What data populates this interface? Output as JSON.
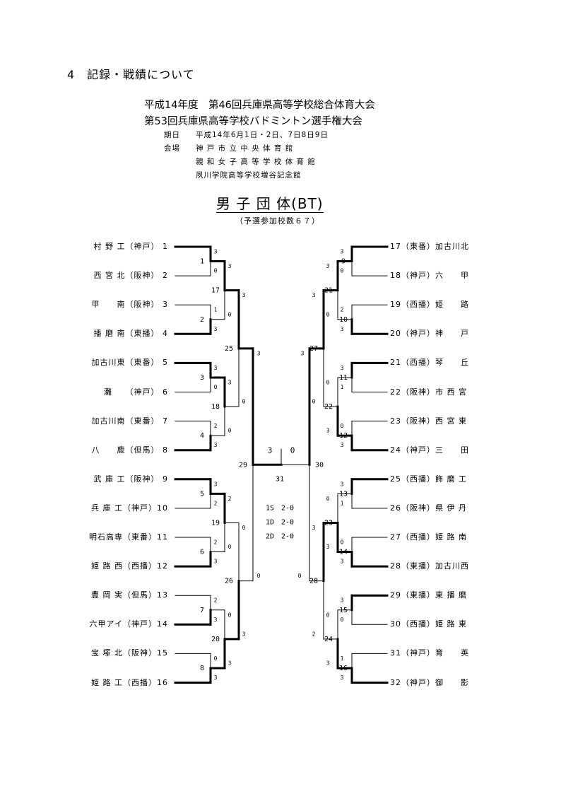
{
  "heading": "4　記録・戦績について",
  "event": {
    "line1": "平成14年度　第46回兵庫県高等学校総合体育大会",
    "line2": "第53回兵庫県高等学校バドミントン選手権大会",
    "dates_label": "期日",
    "dates": "平成14年6月1日・2日、7日8日9日",
    "venue_label": "会場",
    "venues": [
      "神 戸 市 立 中 央 体 育 館",
      "親 和 女 子 高 等 学 校 体 育 館",
      "夙川学院高等学校増谷記念館"
    ]
  },
  "bracket_title": "男 子 団 体(BT)",
  "bracket_subtitle": "（予選参加校数６７）",
  "teams_left": [
    "村 野 工（神戸） 1",
    "西 宮 北（阪神） 2",
    "甲　　南（阪神） 3",
    "播 磨 南（東播） 4",
    "加古川東（東番） 5",
    "灘　　（神戸） 6",
    "加古川南（東番） 7",
    "八　　鹿（但馬） 8",
    "武 庫 工（阪神） 9",
    "兵 庫 工（神戸）10",
    "明石高専（東番）11",
    "姫 路 西（西播）12",
    "豊 岡 実（但馬）13",
    "六甲アイ（神戸）14",
    "宝 塚 北（阪神）15",
    "姫 路 工（西播）16"
  ],
  "teams_right": [
    "17（東番）加古川北",
    "18（神戸）六　　甲",
    "19（西播）姫　　路",
    "20（神戸）神　　戸",
    "21（西播）琴　　丘",
    "22（阪神）市 西 宮",
    "23（阪神）西 宮 東",
    "24（神戸）三　　田",
    "25（西播）飾 磨 工",
    "26（阪神）県 伊 丹",
    "27（西播）姫 路 南",
    "28（東播）加古川西",
    "29（東播）東 播 磨",
    "30（西播）姫 路 東",
    "31（神戸）育　　英",
    "32（神戸）御　　影"
  ],
  "matches": {
    "r1_left": [
      {
        "no": "1",
        "top": "3",
        "bottom": "0"
      },
      {
        "no": "2",
        "top": "1",
        "bottom": "3"
      },
      {
        "no": "3",
        "top": "3",
        "bottom": "0"
      },
      {
        "no": "4",
        "top": "2",
        "bottom": "3"
      },
      {
        "no": "5",
        "top": "3",
        "bottom": "2"
      },
      {
        "no": "6",
        "top": "2",
        "bottom": "3"
      },
      {
        "no": "7",
        "top": "2",
        "bottom": "3"
      },
      {
        "no": "8",
        "top": "0",
        "bottom": "3"
      }
    ],
    "r2_left": [
      {
        "no": "17",
        "top": "3",
        "bottom": "0"
      },
      {
        "no": "18",
        "top": "3",
        "bottom": "0"
      },
      {
        "no": "19",
        "top": "2",
        "bottom": "0"
      },
      {
        "no": "20",
        "top": "0",
        "bottom": "3"
      }
    ],
    "r3_left": [
      {
        "no": "25",
        "top": "3",
        "bottom": "0"
      },
      {
        "no": "26",
        "top": "0",
        "bottom": "3"
      }
    ],
    "r1_right": [
      {
        "no": "9",
        "top": "3",
        "bottom": "0"
      },
      {
        "no": "10",
        "top": "2",
        "bottom": "3"
      },
      {
        "no": "11",
        "top": "3",
        "bottom": "1"
      },
      {
        "no": "12",
        "top": "0",
        "bottom": "3"
      },
      {
        "no": "13",
        "top": "3",
        "bottom": "1"
      },
      {
        "no": "14",
        "top": "0",
        "bottom": "3"
      },
      {
        "no": "15",
        "top": "3",
        "bottom": "0"
      },
      {
        "no": "16",
        "top": "1",
        "bottom": "3"
      }
    ],
    "r2_right": [
      {
        "no": "21",
        "top": "3",
        "bottom": "0"
      },
      {
        "no": "22",
        "top": "0",
        "bottom": "3"
      },
      {
        "no": "23",
        "top": "0",
        "bottom": "3"
      },
      {
        "no": "24",
        "top": "0",
        "bottom": "3"
      }
    ],
    "r3_right": [
      {
        "no": "27",
        "top": "3",
        "bottom": "0"
      },
      {
        "no": "28",
        "top": "3",
        "bottom": "2"
      }
    ],
    "semi": [
      {
        "no": "29",
        "left": "3",
        "right": "0"
      },
      {
        "no": "30",
        "left": "3",
        "right": "0"
      }
    ],
    "final": {
      "no": "31",
      "left_score": "3",
      "right_score": "0"
    },
    "final_details": [
      "1S　2-0",
      "1D　2-0",
      "2D　2-0"
    ]
  }
}
